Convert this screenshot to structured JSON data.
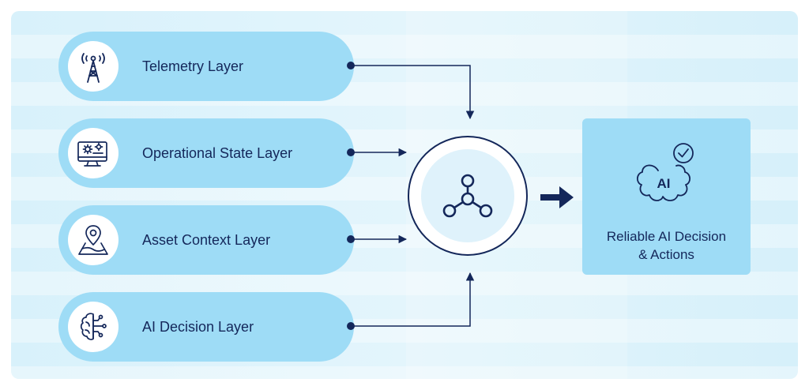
{
  "layers": [
    {
      "label": "Telemetry Layer",
      "icon": "signal-tower-icon"
    },
    {
      "label": "Operational State Layer",
      "icon": "monitor-gears-icon"
    },
    {
      "label": "Asset Context Layer",
      "icon": "map-pin-icon"
    },
    {
      "label": "AI Decision Layer",
      "icon": "brain-circuit-icon"
    }
  ],
  "hub": {
    "icon": "network-nodes-icon"
  },
  "output": {
    "line1": "Reliable AI Decision",
    "line2": "& Actions",
    "icon": "ai-brain-check-icon",
    "icon_text": "AI"
  },
  "colors": {
    "navy": "#14275a",
    "pill": "#9edcf6",
    "background": "#dff2fb"
  }
}
